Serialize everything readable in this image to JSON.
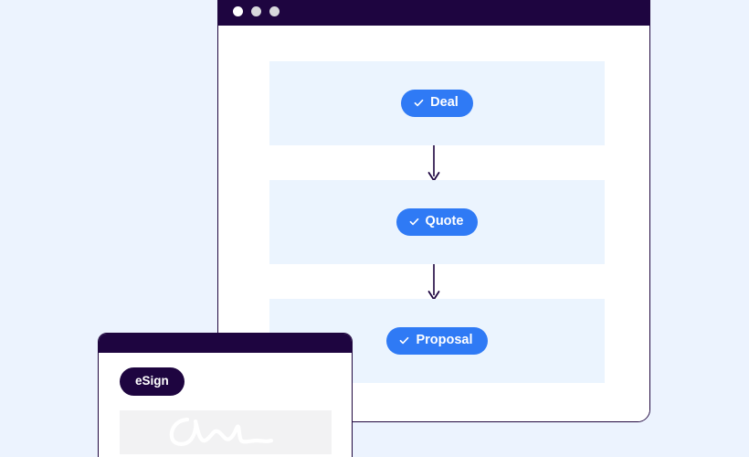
{
  "canvas": {
    "background_color": "#ecf3fe"
  },
  "pipeline_window": {
    "name": "deal-pipeline-window",
    "titlebar": {
      "dots": [
        {
          "name": "window-dot-close",
          "color": "#ffffff"
        },
        {
          "name": "window-dot-minimize",
          "color": "#d8d8dc"
        },
        {
          "name": "window-dot-maximize",
          "color": "#d8d8dc"
        }
      ]
    },
    "accent_color": "#2f7af5",
    "row_background": "#ebf4fe",
    "stages": [
      {
        "label": "Deal",
        "icon": "check-icon"
      },
      {
        "label": "Quote",
        "icon": "check-icon"
      },
      {
        "label": "Proposal",
        "icon": "check-icon"
      }
    ],
    "connectors": [
      {
        "name": "arrow-deal-to-quote",
        "icon": "arrow-down-icon"
      },
      {
        "name": "arrow-quote-to-proposal",
        "icon": "arrow-down-icon"
      }
    ]
  },
  "esign_window": {
    "name": "esign-window",
    "badge_label": "eSign",
    "badge_color": "#1e0540",
    "signature": {
      "name": "signature-field",
      "icon": "signature-scribble-icon",
      "background": "#f2f2f3",
      "stroke": "#ffffff"
    }
  }
}
